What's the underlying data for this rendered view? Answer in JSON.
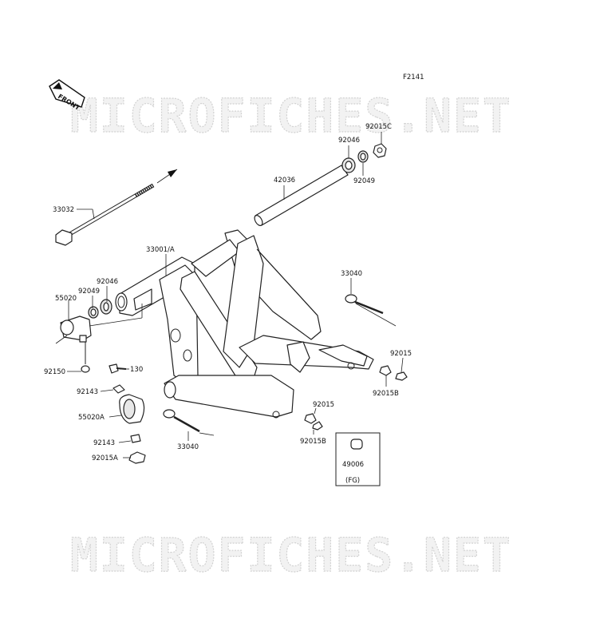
{
  "figure_id": "F2141",
  "watermark": "MICROFICHES.NET",
  "front_label": "FRONT",
  "parts": {
    "p33032": "33032",
    "p42036": "42036",
    "p92046_top": "92046",
    "p92015c": "92015C",
    "p92049_top": "92049",
    "p33001a": "33001/A",
    "p92046_left": "92046",
    "p92049_left": "92049",
    "p55020": "55020",
    "p33040_right": "33040",
    "p92150": "92150",
    "p130": "130",
    "p92143_top": "92143",
    "p55020a": "55020A",
    "p92143_bottom": "92143",
    "p92015a": "92015A",
    "p33040_bottom": "33040",
    "p92015_mid": "92015",
    "p92015b_mid": "92015B",
    "p92015_right": "92015",
    "p92015b_right": "92015B",
    "p49006": "49006",
    "fg_note": "(FG)"
  }
}
